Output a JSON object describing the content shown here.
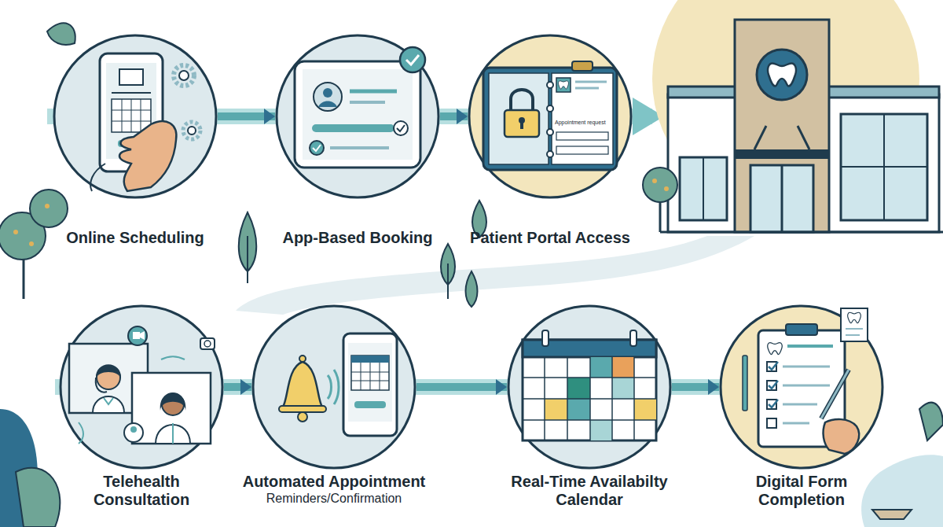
{
  "diagram": {
    "nodes": [
      {
        "text": [
          "Online Scheduling"
        ]
      },
      {
        "text": [
          "App-Based Booking"
        ]
      },
      {
        "text": [
          "Patient Portal Access"
        ]
      },
      {
        "text": [
          "Telehealth Consultation"
        ]
      },
      {
        "text": [
          "Automated Appointment",
          "Reminders/Confirmation"
        ]
      },
      {
        "text": [
          "Real-Time Availabilty Calendar"
        ]
      },
      {
        "text": [
          "Digital Form Completion"
        ]
      }
    ],
    "edges": [
      {
        "from": 0,
        "to": 1,
        "arrow": "to"
      },
      {
        "from": 1,
        "to": 2,
        "arrow": "to"
      },
      {
        "from": 3,
        "to": 4,
        "arrow": "to"
      },
      {
        "from": 4,
        "to": 5,
        "arrow": "to"
      },
      {
        "from": 5,
        "to": 6,
        "arrow": "to"
      }
    ],
    "labels": [
      "Appointment request"
    ]
  }
}
